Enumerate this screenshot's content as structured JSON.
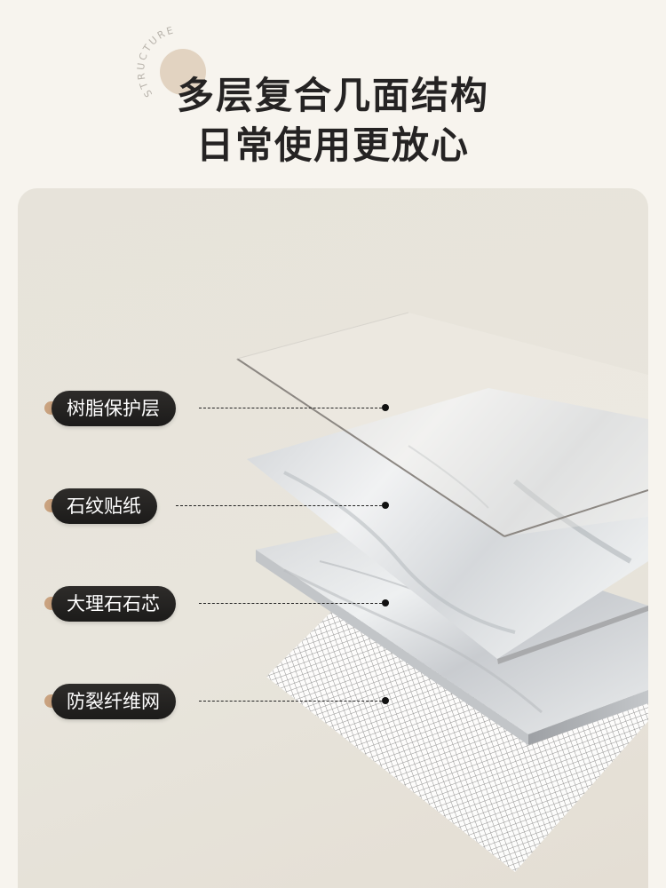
{
  "header": {
    "decor_text": "STRUCTURE",
    "title_line1": "多层复合几面结构",
    "title_line2": "日常使用更放心"
  },
  "layers": [
    {
      "label": "树脂保护层",
      "material": "resin protective film"
    },
    {
      "label": "石纹贴纸",
      "material": "stone-pattern veneer"
    },
    {
      "label": "大理石石芯",
      "material": "marble core"
    },
    {
      "label": "防裂纤维网",
      "material": "anti-crack fiber mesh"
    }
  ],
  "colors": {
    "page_bg": "#f7f4ee",
    "card_bg": "#e7e3da",
    "title": "#252323",
    "pill_bg": "#1f1e1d",
    "pill_text": "#ffffff",
    "accent_dot": "#c9a27f",
    "decor_circle": "#e2d3c1"
  }
}
